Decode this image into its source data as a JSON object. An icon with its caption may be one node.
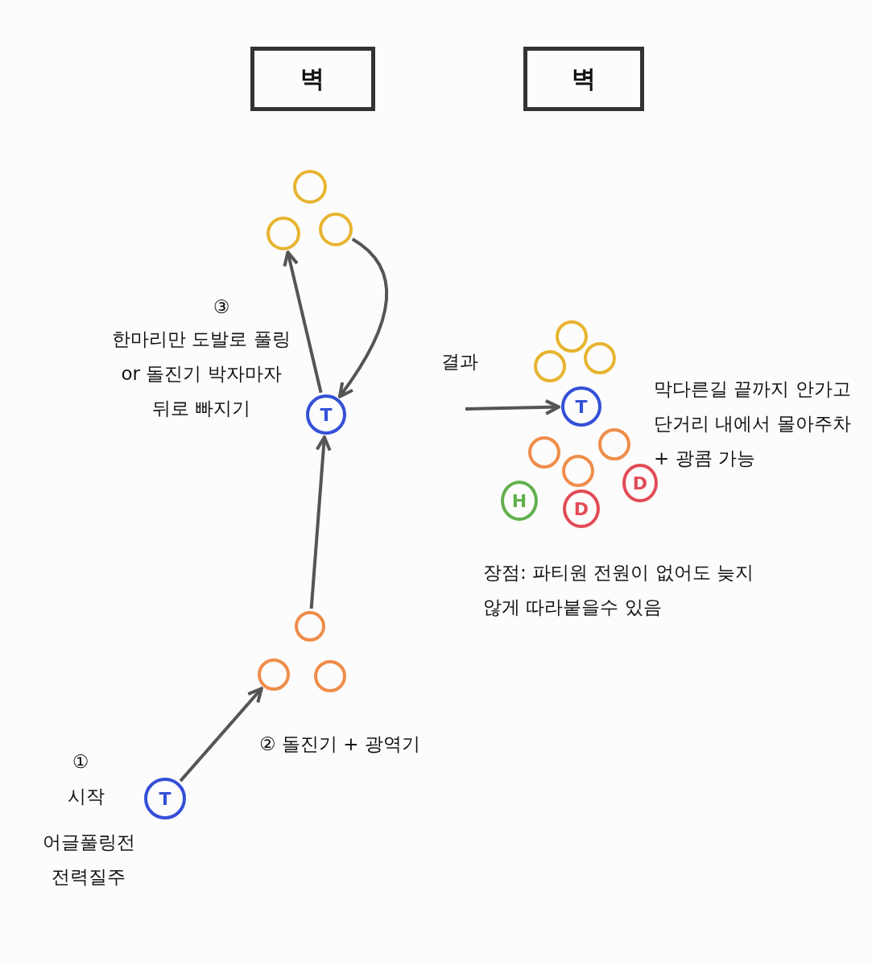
{
  "diagram": {
    "nodes": [
      {
        "text": [
          "벽"
        ]
      },
      {
        "text": [
          "벽"
        ]
      },
      {
        "text": [],
        "shape": "circle"
      },
      {
        "text": [],
        "shape": "circle"
      },
      {
        "text": [],
        "shape": "circle"
      },
      {
        "text": [
          "T"
        ]
      },
      {
        "text": [],
        "shape": "circle"
      },
      {
        "text": [],
        "shape": "circle"
      },
      {
        "text": [],
        "shape": "circle"
      },
      {
        "text": [
          "T"
        ]
      },
      {
        "text": [],
        "shape": "circle"
      },
      {
        "text": [],
        "shape": "circle"
      },
      {
        "text": [],
        "shape": "circle"
      },
      {
        "text": [
          "T"
        ]
      },
      {
        "text": [],
        "shape": "circle"
      },
      {
        "text": [],
        "shape": "circle"
      },
      {
        "text": [],
        "shape": "circle"
      },
      {
        "text": [
          "H"
        ]
      },
      {
        "text": [
          "D"
        ]
      },
      {
        "text": [
          "D"
        ]
      }
    ],
    "edges": [
      {
        "from": 9,
        "to": 7,
        "arrow": "to"
      },
      {
        "from": 6,
        "to": 5,
        "arrow": "to"
      },
      {
        "from": 5,
        "to": 3,
        "arrow": "to"
      },
      {
        "from": 4,
        "to": 5,
        "arrow": "to"
      },
      {
        "from": null,
        "to": 13,
        "arrow": "to"
      }
    ],
    "labels": [
      "③",
      "한마리만 도발로 풀링 or 돌진기 박자마자 뒤로 빠지기",
      "①",
      "시작",
      "어글풀링전 전력질주",
      "② 돌진기 + 광역기",
      "결과",
      "막다른길 끝까지 안가고 단거리 내에서 몰아주차 + 광콤 가능",
      "장점: 파티원 전원이 없어도 늦지 않게 따라붙을수 있음"
    ]
  }
}
